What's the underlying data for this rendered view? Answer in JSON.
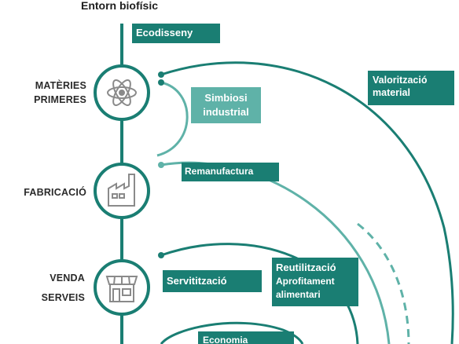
{
  "header": {
    "title": "Entorn biofísic"
  },
  "stages": [
    {
      "label": "MATÈRIES\nPRIMERES",
      "icon": "atom-icon"
    },
    {
      "label": "FABRICACIÓ",
      "icon": "factory-icon"
    },
    {
      "label": "VENDA\nSERVEIS",
      "icon": "shop-icon"
    }
  ],
  "strategies": {
    "ecodisseny": "Ecodisseny",
    "simbiosi": "Simbiosi\nindustrial",
    "remanufactura": "Remanufactura",
    "servititzacio": "Servitització",
    "reutilitzacio": "Reutilització",
    "aprofitament": "Aprofitament\nalimentari",
    "valoritzacio": "Valorització\nmaterial",
    "economia": "Economia"
  },
  "colors": {
    "primary": "#1a7e73",
    "secondary": "#5fb2a8"
  }
}
